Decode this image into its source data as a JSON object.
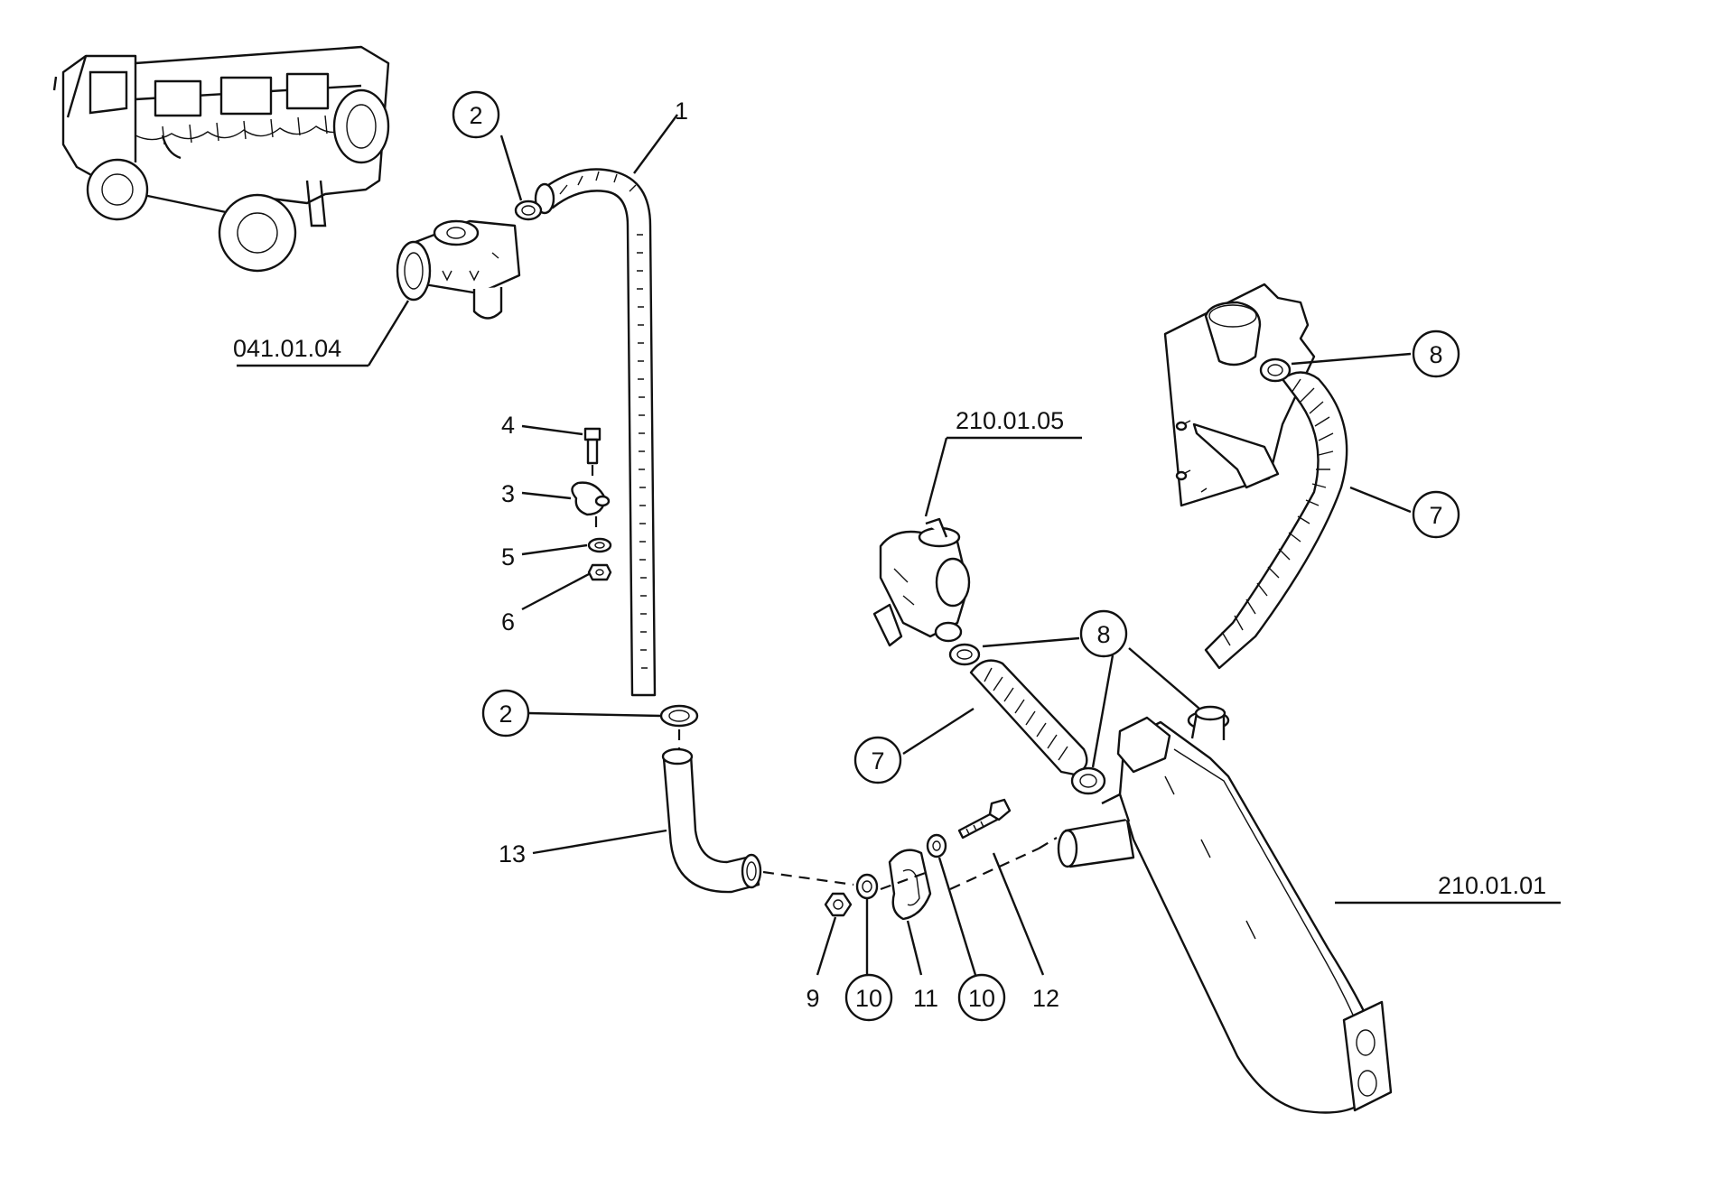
{
  "labels": {
    "ref_041_01_04": "041.01.04",
    "ref_210_01_05": "210.01.05",
    "ref_210_01_01": "210.01.01",
    "p1": "1",
    "p2_top": "2",
    "p2_bottom": "2",
    "p3": "3",
    "p4": "4",
    "p5": "5",
    "p6": "6",
    "p7_left": "7",
    "p7_right": "7",
    "p8_top": "8",
    "p8_middle": "8",
    "p9": "9",
    "p10_left": "10",
    "p10_right": "10",
    "p11": "11",
    "p12": "12",
    "p13": "13"
  }
}
